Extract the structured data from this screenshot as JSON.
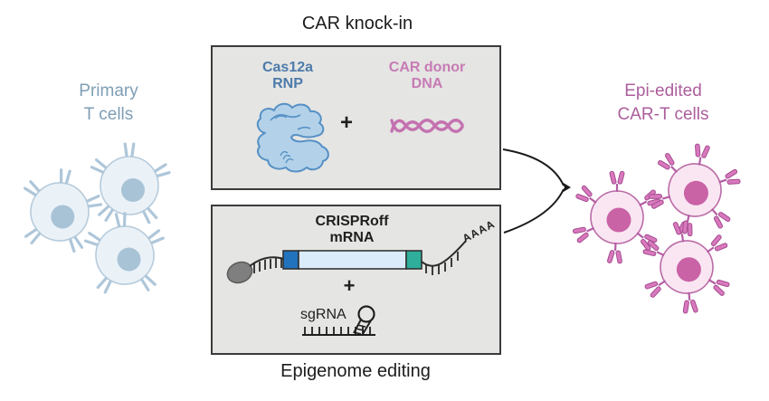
{
  "labels": {
    "car_knockin_title": "CAR knock-in",
    "epigenome_title": "Epigenome editing",
    "primary_line1": "Primary",
    "primary_line2": "T cells",
    "epi_line1": "Epi-edited",
    "epi_line2": "CAR-T cells",
    "cas12a_line1": "Cas12a",
    "cas12a_line2": "RNP",
    "car_donor_line1": "CAR donor",
    "car_donor_line2": "DNA",
    "plus_top": "+",
    "crisproff_line1": "CRISPRoff",
    "crisproff_line2": "mRNA",
    "plus_bottom": "+",
    "sgrna": "sgRNA",
    "polya": "AAAA"
  },
  "colors": {
    "background": "#ffffff",
    "box_fill": "#e5e5e3",
    "box_border": "#3b3b3b",
    "black_text": "#1f1f1f",
    "cas12a_text": "#4d7bab",
    "car_donor_text": "#c77ab4",
    "primary_label": "#7e9eb5",
    "epi_label": "#ab5e9c",
    "t_cell_fill": "#eaf2f8",
    "t_cell_stroke": "#b7cbdb",
    "t_cell_nucleus": "#a9c3d6",
    "t_cell_receptor": "#aec6d9",
    "car_cell_fill": "#f9e6f2",
    "car_cell_stroke": "#bb6ba6",
    "car_cell_nucleus": "#ca62a6",
    "car_receptor": "#d878bd",
    "protein_fill": "#b3d2e9",
    "protein_stroke": "#5590c5",
    "dna_pink": "#c472b1",
    "mrna_utr5_fill": "#2173bd",
    "mrna_cds_fill": "#daecf9",
    "mrna_utr3_fill": "#2fae9b",
    "cap_gray": "#7f7f7f",
    "arrow": "#1a1a1a"
  },
  "icons": {
    "cas12a_rnp": "protein-blob",
    "car_donor_dna": "dna-helix",
    "mrna_construct": "capped-mrna-with-polyA-tail",
    "sgrna_hairpin": "rna-hairpin",
    "t_cell": "cell-with-tcr-receptors",
    "car_t_cell": "cell-with-car-receptors",
    "merge_arrow": "converging-arrow"
  }
}
